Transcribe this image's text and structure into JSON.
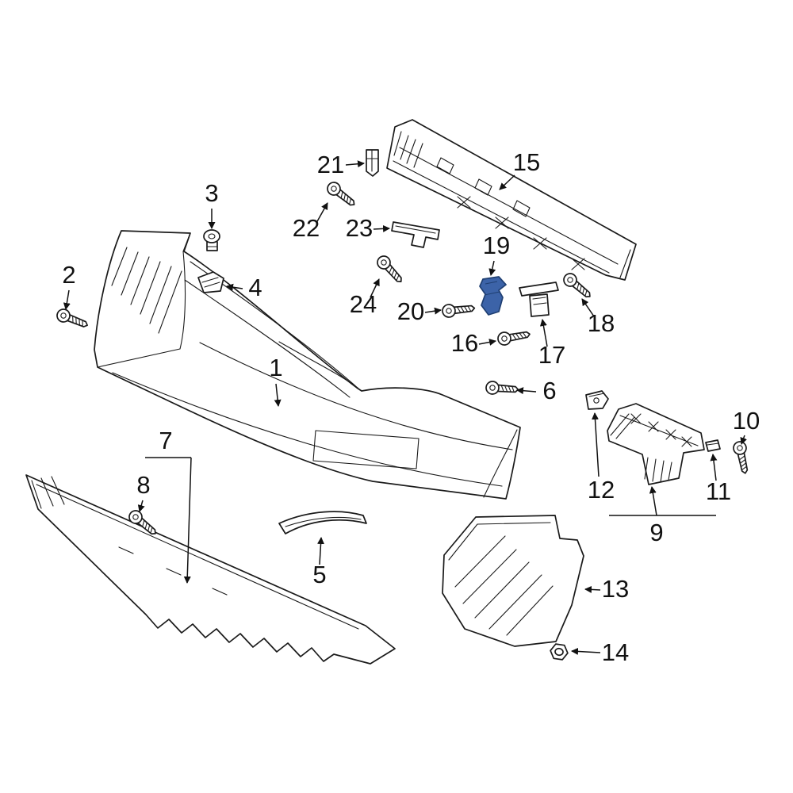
{
  "diagram": {
    "background": "#ffffff",
    "line_color": "#1a1a1a",
    "highlight_color": "#3c63a8",
    "highlight_outline": "#1f3f72",
    "callouts": [
      {
        "label": "1"
      },
      {
        "label": "2"
      },
      {
        "label": "3"
      },
      {
        "label": "4"
      },
      {
        "label": "5"
      },
      {
        "label": "6"
      },
      {
        "label": "7"
      },
      {
        "label": "8"
      },
      {
        "label": "9"
      },
      {
        "label": "10"
      },
      {
        "label": "11"
      },
      {
        "label": "12"
      },
      {
        "label": "13"
      },
      {
        "label": "14"
      },
      {
        "label": "15"
      },
      {
        "label": "16"
      },
      {
        "label": "17"
      },
      {
        "label": "18"
      },
      {
        "label": "19"
      },
      {
        "label": "20"
      },
      {
        "label": "21"
      },
      {
        "label": "22"
      },
      {
        "label": "23"
      },
      {
        "label": "24"
      }
    ]
  }
}
